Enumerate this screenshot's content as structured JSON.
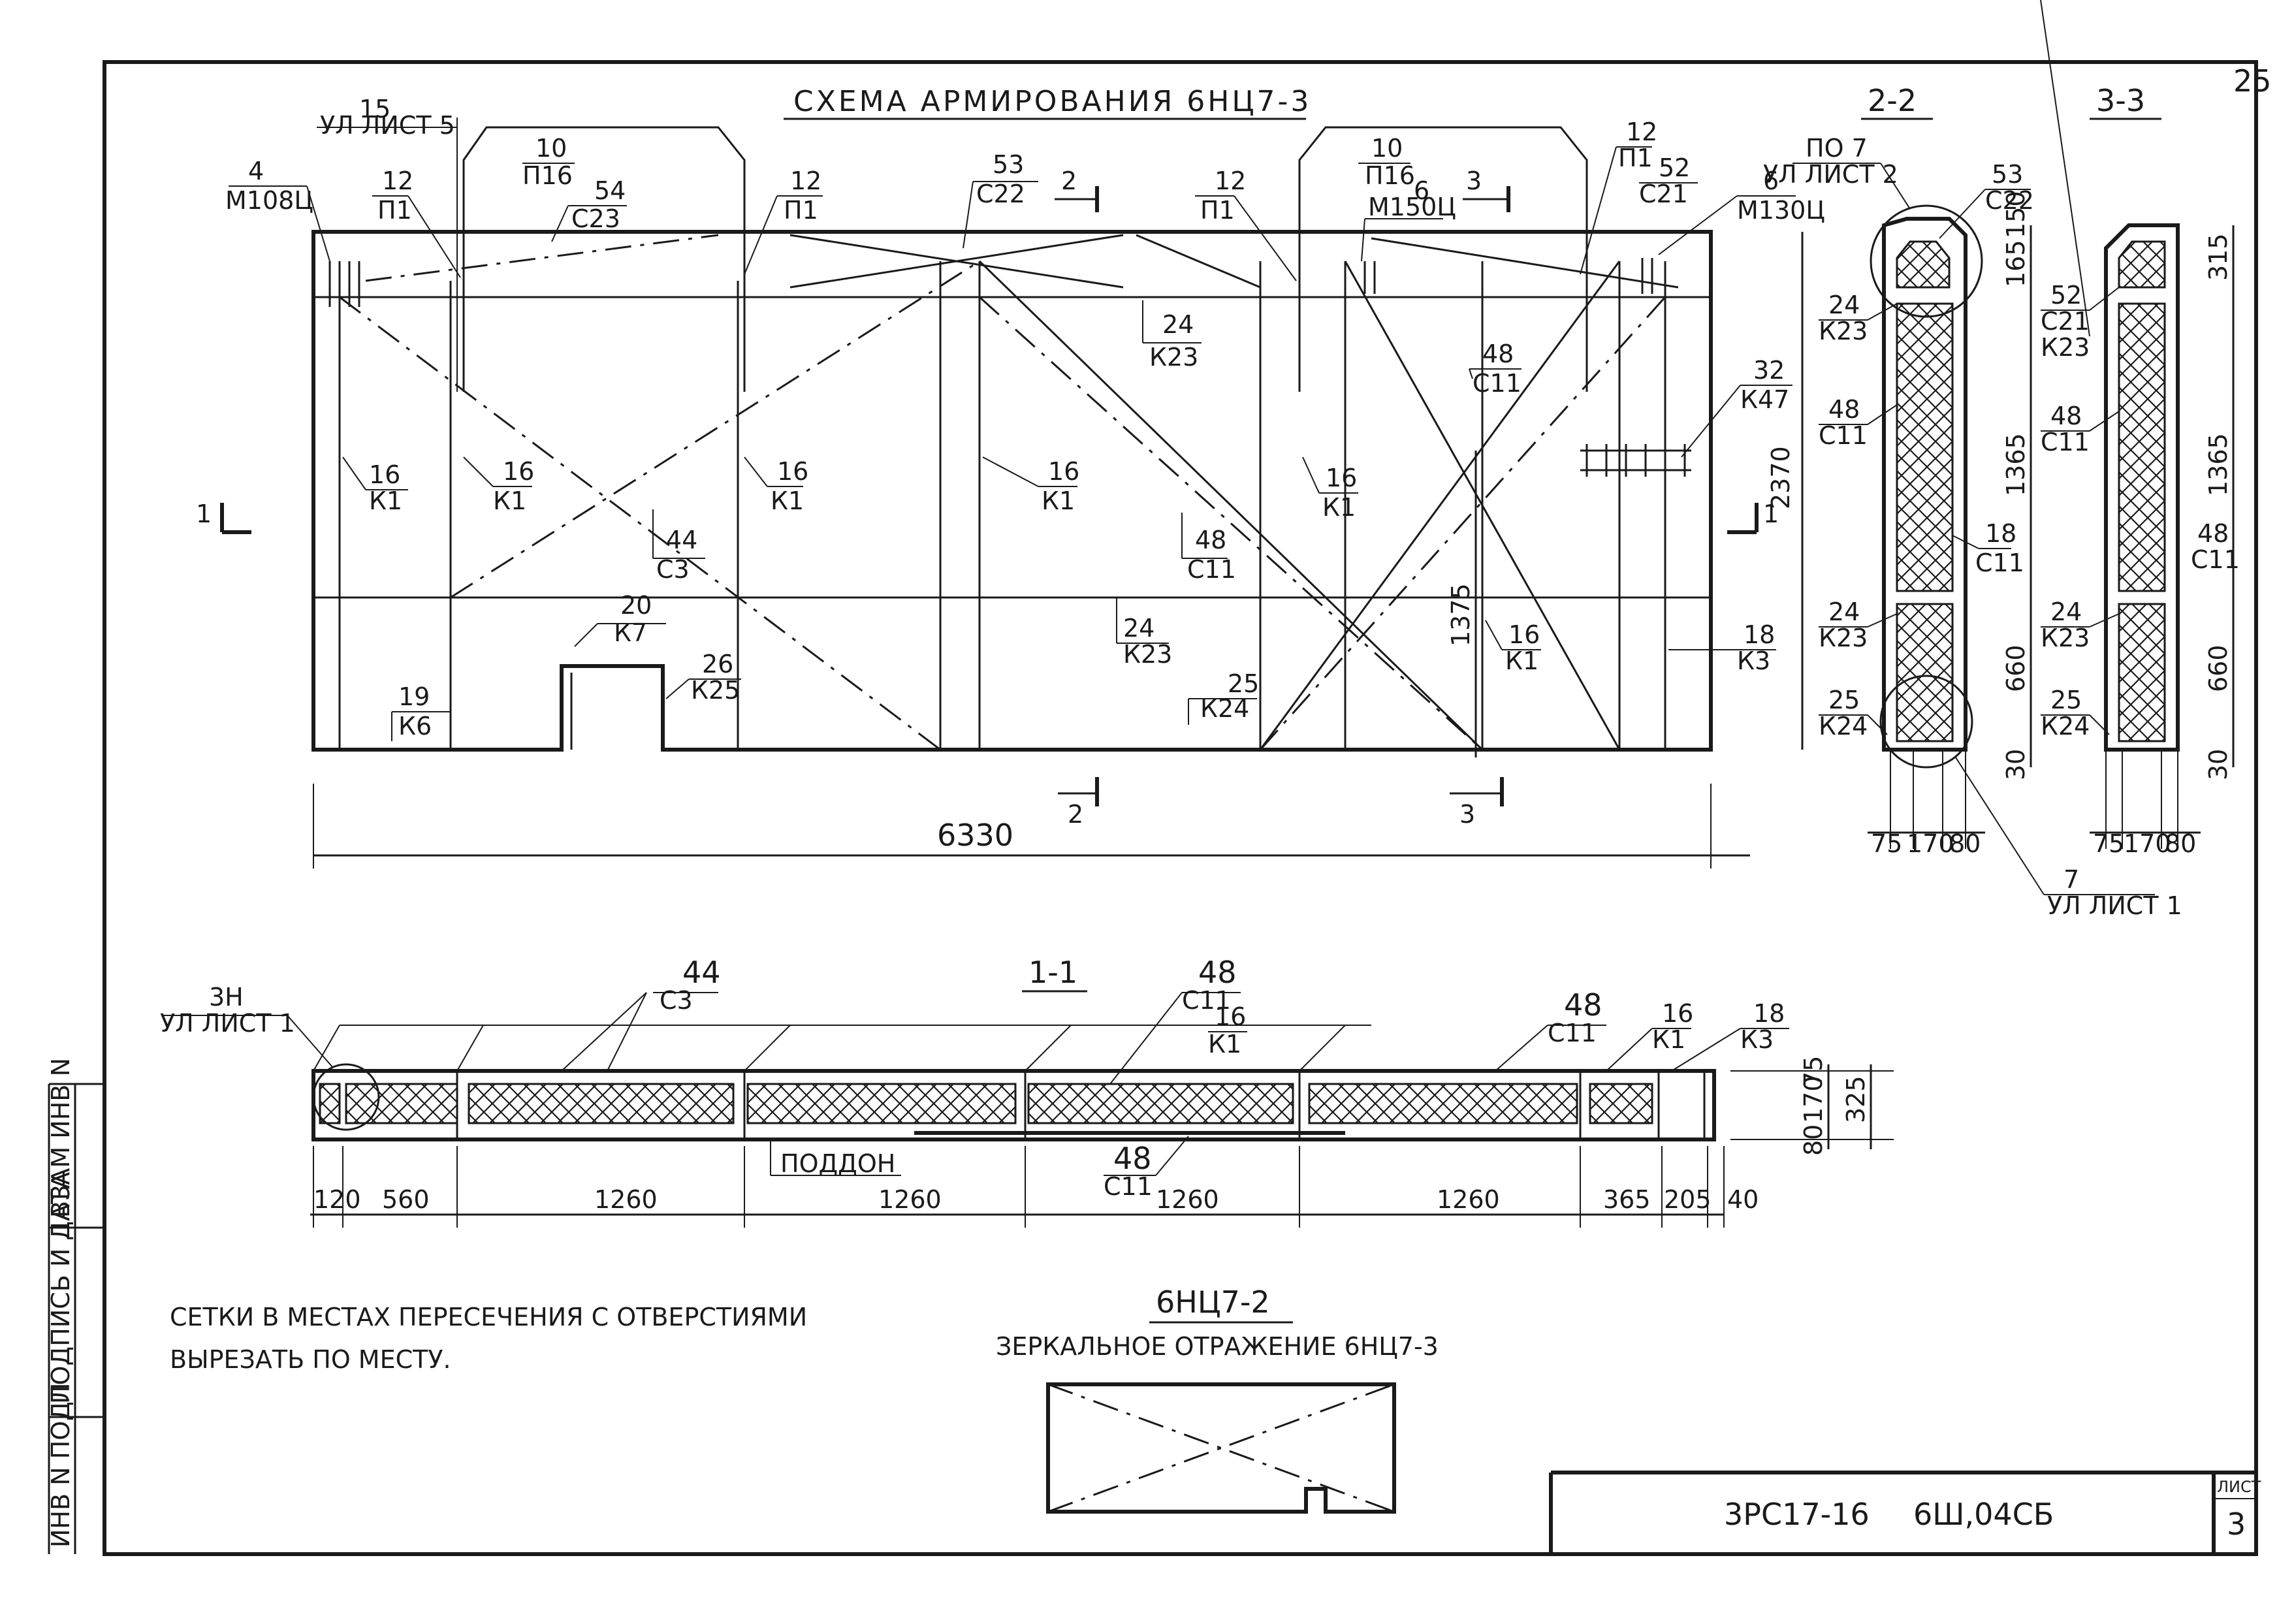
{
  "sheet_number": "25",
  "title": "СХЕМА АРМИРОВАНИЯ 6НЦ7-3",
  "section_2_label": "2-2",
  "section_3_label": "3-3",
  "section_1_label": "1-1",
  "cut_1_marker": "1",
  "cut_2_marker": "2",
  "cut_3_marker": "3",
  "elevation": {
    "overall_width": "6330",
    "height_dim": "2370",
    "opening_dim": "1375",
    "callouts": [
      {
        "num": "15",
        "code": "УЛ ЛИСТ 5"
      },
      {
        "num": "4",
        "code": "М108Ц"
      },
      {
        "num": "12",
        "code": "П1"
      },
      {
        "num": "10",
        "code": "П16"
      },
      {
        "num": "54",
        "code": "С23"
      },
      {
        "num": "12",
        "code": "П1"
      },
      {
        "num": "53",
        "code": "С22"
      },
      {
        "num": "12",
        "code": "П1"
      },
      {
        "num": "10",
        "code": "П16"
      },
      {
        "num": "6",
        "code": "М150Ц"
      },
      {
        "num": "12",
        "code": "П1"
      },
      {
        "num": "52",
        "code": "С21"
      },
      {
        "num": "6",
        "code": "М130Ц"
      },
      {
        "num": "24",
        "code": "К23"
      },
      {
        "num": "48",
        "code": "С11"
      },
      {
        "num": "32",
        "code": "К47"
      },
      {
        "num": "16",
        "code": "К1"
      },
      {
        "num": "16",
        "code": "К1"
      },
      {
        "num": "16",
        "code": "К1"
      },
      {
        "num": "16",
        "code": "К1"
      },
      {
        "num": "16",
        "code": "К1"
      },
      {
        "num": "44",
        "code": "С3"
      },
      {
        "num": "48",
        "code": "С11"
      },
      {
        "num": "20",
        "code": "К7"
      },
      {
        "num": "26",
        "code": "К25"
      },
      {
        "num": "24",
        "code": "К23"
      },
      {
        "num": "25",
        "code": "К24"
      },
      {
        "num": "16",
        "code": "К1"
      },
      {
        "num": "18",
        "code": "К3"
      },
      {
        "num": "19",
        "code": "К6"
      }
    ]
  },
  "section_2": {
    "callouts": [
      {
        "num": "ПО 7",
        "code": "УЛ ЛИСТ 2"
      },
      {
        "num": "53",
        "code": "С22"
      },
      {
        "num": "24",
        "code": "К23"
      },
      {
        "num": "48",
        "code": "С11"
      },
      {
        "num": "18",
        "code": "С11"
      },
      {
        "num": "24",
        "code": "К23"
      },
      {
        "num": "25",
        "code": "К24"
      },
      {
        "num": "7",
        "code": "УЛ ЛИСТ 1"
      }
    ],
    "dims_vertical": [
      "165",
      "150",
      "1365",
      "660",
      "30"
    ],
    "dims_bottom": [
      "75",
      "170",
      "80"
    ]
  },
  "section_3": {
    "callouts": [
      {
        "num": "52",
        "code": "С21"
      },
      {
        "num": "",
        "code": "К23"
      },
      {
        "num": "48",
        "code": "С11"
      },
      {
        "num": "48",
        "code": "С11"
      },
      {
        "num": "24",
        "code": "К23"
      },
      {
        "num": "25",
        "code": "К24"
      }
    ],
    "dims_vertical": [
      "315",
      "1365",
      "660",
      "30"
    ],
    "dims_bottom": [
      "75",
      "170",
      "80"
    ]
  },
  "section_1": {
    "callouts": [
      {
        "num": "3Н",
        "code": "УЛ ЛИСТ 1"
      },
      {
        "num": "44",
        "code": "С3"
      },
      {
        "num": "48",
        "code": "С11"
      },
      {
        "num": "16",
        "code": "К1"
      },
      {
        "num": "48",
        "code": "С11"
      },
      {
        "num": "16",
        "code": "К1"
      },
      {
        "num": "18",
        "code": "К3"
      },
      {
        "num": "48",
        "code": "С11"
      }
    ],
    "pallet_label": "ПОДДОН",
    "dims_bottom": [
      "120",
      "560",
      "1260",
      "1260",
      "1260",
      "1260",
      "365",
      "205",
      "40"
    ],
    "dims_right": [
      "80",
      "170",
      "75",
      "325"
    ]
  },
  "note_line1": "СЕТКИ В МЕСТАХ ПЕРЕСЕЧЕНИЯ С ОТВЕРСТИЯМИ",
  "note_line2": "ВЫРЕЗАТЬ ПО МЕСТУ.",
  "mirror_title": "6НЦ7-2",
  "mirror_subtitle": "ЗЕРКАЛЬНОЕ ОТРАЖЕНИЕ 6НЦ7-3",
  "side_stamp": [
    "ИНВ N ПОДЛ",
    "ПОДПИСЬ И ДАТА",
    "ВЗАМ ИНВ N"
  ],
  "title_block": {
    "code": "3РС17-16",
    "doc": "6Ш,04СБ",
    "sheet_label": "ЛИСТ",
    "sheet_value": "3"
  }
}
